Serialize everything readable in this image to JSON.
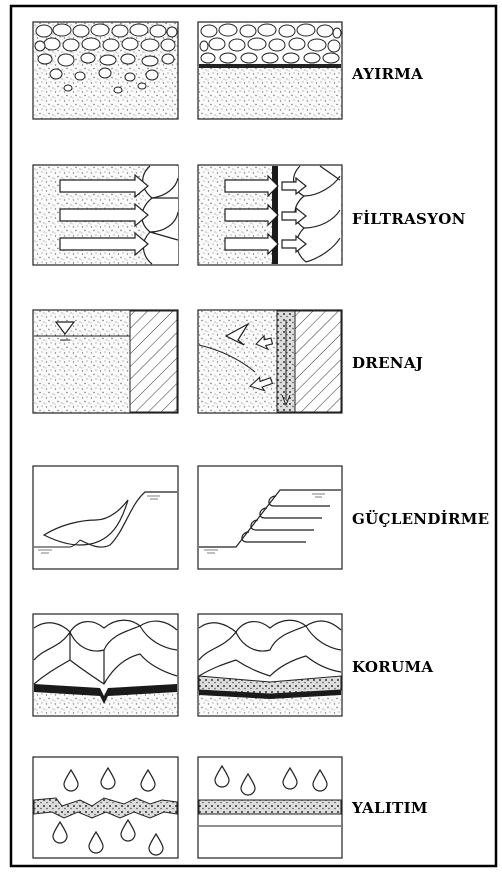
{
  "figure": {
    "rows": [
      {
        "id": "separation",
        "label": "AYIRMA"
      },
      {
        "id": "filtration",
        "label": "FİLTRASYON"
      },
      {
        "id": "drainage",
        "label": "DRENAJ"
      },
      {
        "id": "reinforcement",
        "label": "GÜÇLENDİRME"
      },
      {
        "id": "protection",
        "label": "KORUMA"
      },
      {
        "id": "insulation",
        "label": "YALITIM"
      }
    ]
  },
  "colors": {
    "ink": "#111111",
    "sand": "#6a6a6a",
    "frame": "#000000"
  }
}
